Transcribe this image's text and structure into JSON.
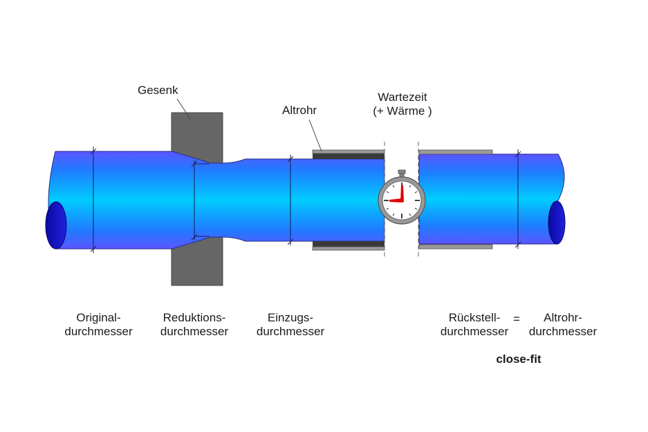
{
  "diagram": {
    "title_labels": {
      "die": "Gesenk",
      "old_pipe": "Altrohr",
      "wait_line1": "Wartezeit",
      "wait_line2": "(+ Wärme )"
    },
    "stages": [
      {
        "line1": "Original-",
        "line2": "durchmesser"
      },
      {
        "line1": "Reduktions-",
        "line2": "durchmesser"
      },
      {
        "line1": "Einzugs-",
        "line2": "durchmesser"
      },
      {
        "line1": "Rückstell-",
        "line2": "durchmesser"
      },
      {
        "line1": "Altrohr-",
        "line2": "durchmesser"
      }
    ],
    "equals_sign": "=",
    "result_label": "close-fit",
    "colors": {
      "pipe_light": "#00c8ff",
      "pipe_mid": "#1e90ff",
      "pipe_edge": "#5a4dff",
      "pipe_end": "#1010c8",
      "die": "#666666",
      "old_pipe_dark": "#3a3a3a",
      "old_pipe_light": "#9a9a9a",
      "clock_hand": "#e00000"
    }
  }
}
